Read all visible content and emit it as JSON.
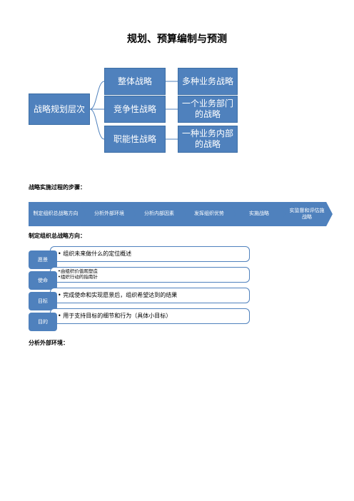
{
  "title": "规划、预算编制与预测",
  "hierarchy": {
    "root": "战略规划层次",
    "levels": [
      {
        "name": "整体战略",
        "desc": "多种业务战略"
      },
      {
        "name": "竞争性战略",
        "desc": "一个业务部门的战略"
      },
      {
        "name": "职能性战略",
        "desc": "一种业务内部的战略"
      }
    ]
  },
  "section1": "战略实施过程的步骤：",
  "steps": [
    "制定组织总战略方向",
    "分析外部环境",
    "分析内部因素",
    "发挥组织优势",
    "实施战略",
    "实监督和评估施战略"
  ],
  "section2": "制定组织总战略方向：",
  "direction": [
    {
      "tag": "愿景",
      "lines": [
        "• 组织未来做什么的定位概述"
      ]
    },
    {
      "tag": "使命",
      "lines": [
        "•由组织价值观塑造",
        "•组织行动的指南针"
      ]
    },
    {
      "tag": "目标",
      "lines": [
        "• 完成使命和实现愿景后，组织希望达到的结果"
      ]
    },
    {
      "tag": "目的",
      "lines": [
        "• 用于支持目标的细节和行为（具体小目标）"
      ]
    }
  ],
  "section3": "分析外部环境："
}
